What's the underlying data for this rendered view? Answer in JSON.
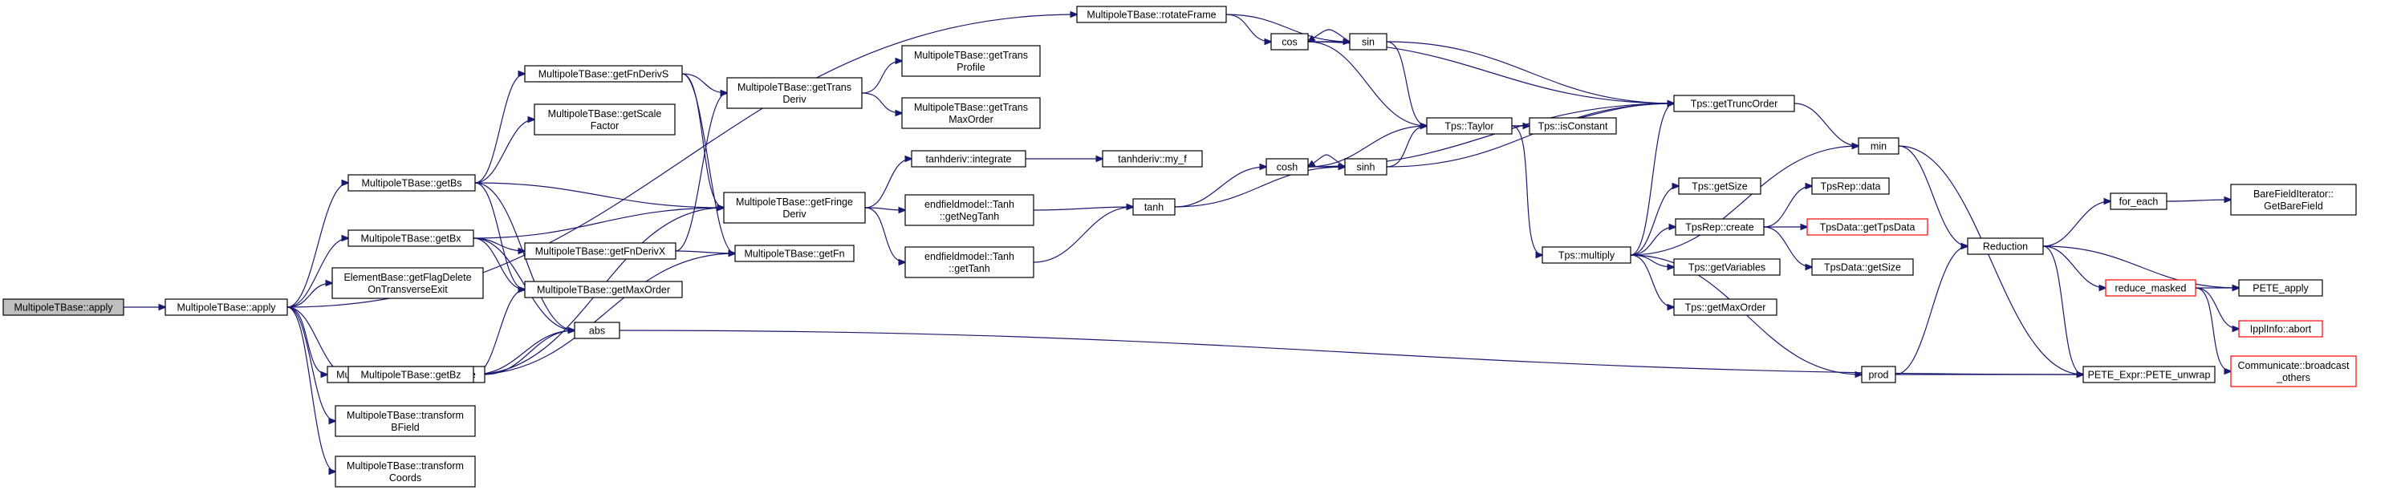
{
  "colors": {
    "edge": "#191970",
    "node_border": "#000000",
    "truncated_border": "#ff0000",
    "root_fill": "#bfbfbf",
    "background": "#ffffff"
  },
  "nodes": [
    {
      "id": "root",
      "lines": [
        "MultipoleTBase::apply"
      ],
      "style": "root"
    },
    {
      "id": "apply2",
      "lines": [
        "MultipoleTBase::apply"
      ]
    },
    {
      "id": "getFnDerivS",
      "lines": [
        "MultipoleTBase::getFnDerivS"
      ]
    },
    {
      "id": "getScaleFactor",
      "lines": [
        "MultipoleTBase::getScale",
        "Factor"
      ]
    },
    {
      "id": "getBs",
      "lines": [
        "MultipoleTBase::getBs"
      ]
    },
    {
      "id": "getBx",
      "lines": [
        "MultipoleTBase::getBx"
      ]
    },
    {
      "id": "getFlagDelete",
      "lines": [
        "ElementBase::getFlagDelete",
        "OnTransverseExit"
      ]
    },
    {
      "id": "insideAperture",
      "lines": [
        "MultipoleTBase::insideAperture"
      ]
    },
    {
      "id": "getBz",
      "lines": [
        "MultipoleTBase::getBz"
      ]
    },
    {
      "id": "transformBField",
      "lines": [
        "MultipoleTBase::transform",
        "BField"
      ]
    },
    {
      "id": "transformCoords",
      "lines": [
        "MultipoleTBase::transform",
        "Coords"
      ]
    },
    {
      "id": "getFnDerivX",
      "lines": [
        "MultipoleTBase::getFnDerivX"
      ]
    },
    {
      "id": "getMaxOrder",
      "lines": [
        "MultipoleTBase::getMaxOrder"
      ]
    },
    {
      "id": "abs",
      "lines": [
        "abs"
      ]
    },
    {
      "id": "getTransDeriv",
      "lines": [
        "MultipoleTBase::getTrans",
        "Deriv"
      ]
    },
    {
      "id": "getFringeDeriv",
      "lines": [
        "MultipoleTBase::getFringe",
        "Deriv"
      ]
    },
    {
      "id": "getFn",
      "lines": [
        "MultipoleTBase::getFn"
      ]
    },
    {
      "id": "rotateFrame",
      "lines": [
        "MultipoleTBase::rotateFrame"
      ]
    },
    {
      "id": "getTransProfile",
      "lines": [
        "MultipoleTBase::getTrans",
        "Profile"
      ]
    },
    {
      "id": "getTransMaxOrder",
      "lines": [
        "MultipoleTBase::getTrans",
        "MaxOrder"
      ]
    },
    {
      "id": "integrate",
      "lines": [
        "tanhderiv::integrate"
      ]
    },
    {
      "id": "getNegTanh",
      "lines": [
        "endfieldmodel::Tanh",
        "::getNegTanh"
      ]
    },
    {
      "id": "getTanh",
      "lines": [
        "endfieldmodel::Tanh",
        "::getTanh"
      ]
    },
    {
      "id": "my_f",
      "lines": [
        "tanhderiv::my_f"
      ]
    },
    {
      "id": "tanh",
      "lines": [
        "tanh"
      ]
    },
    {
      "id": "cos",
      "lines": [
        "cos"
      ]
    },
    {
      "id": "sin",
      "lines": [
        "sin"
      ]
    },
    {
      "id": "cosh",
      "lines": [
        "cosh"
      ]
    },
    {
      "id": "sinh",
      "lines": [
        "sinh"
      ]
    },
    {
      "id": "taylor",
      "lines": [
        "Tps::Taylor"
      ]
    },
    {
      "id": "isConstant",
      "lines": [
        "Tps::isConstant"
      ]
    },
    {
      "id": "getTruncOrder",
      "lines": [
        "Tps::getTruncOrder"
      ]
    },
    {
      "id": "min",
      "lines": [
        "min"
      ]
    },
    {
      "id": "multiply",
      "lines": [
        "Tps::multiply"
      ]
    },
    {
      "id": "getSize",
      "lines": [
        "Tps::getSize"
      ]
    },
    {
      "id": "create",
      "lines": [
        "TpsRep::create"
      ]
    },
    {
      "id": "getVariables",
      "lines": [
        "Tps::getVariables"
      ]
    },
    {
      "id": "tpsGetMaxOrder",
      "lines": [
        "Tps::getMaxOrder"
      ]
    },
    {
      "id": "repData",
      "lines": [
        "TpsRep::data"
      ]
    },
    {
      "id": "getTpsData",
      "lines": [
        "TpsData::getTpsData"
      ],
      "style": "trunc"
    },
    {
      "id": "dataGetSize",
      "lines": [
        "TpsData::getSize"
      ]
    },
    {
      "id": "prod",
      "lines": [
        "prod"
      ]
    },
    {
      "id": "reduction",
      "lines": [
        "Reduction"
      ]
    },
    {
      "id": "forEach",
      "lines": [
        "for_each"
      ]
    },
    {
      "id": "getBareField",
      "lines": [
        "BareFieldIterator::",
        "GetBareField"
      ]
    },
    {
      "id": "peteApply",
      "lines": [
        "PETE_apply"
      ]
    },
    {
      "id": "reduceMasked",
      "lines": [
        "reduce_masked"
      ],
      "style": "trunc"
    },
    {
      "id": "ipplAbort",
      "lines": [
        "IpplInfo::abort"
      ],
      "style": "trunc"
    },
    {
      "id": "broadcast",
      "lines": [
        "Communicate::broadcast",
        "_others"
      ],
      "style": "trunc"
    },
    {
      "id": "unwrap",
      "lines": [
        "PETE_Expr::PETE_unwrap"
      ]
    }
  ],
  "edges": [
    [
      "root",
      "apply2"
    ],
    [
      "apply2",
      "rotateFrame"
    ],
    [
      "apply2",
      "getBs"
    ],
    [
      "apply2",
      "getBx"
    ],
    [
      "apply2",
      "getFlagDelete"
    ],
    [
      "apply2",
      "insideAperture"
    ],
    [
      "apply2",
      "getBz"
    ],
    [
      "apply2",
      "transformBField"
    ],
    [
      "apply2",
      "transformCoords"
    ],
    [
      "getBs",
      "getFnDerivS"
    ],
    [
      "getBs",
      "getScaleFactor"
    ],
    [
      "getBs",
      "getFringeDeriv"
    ],
    [
      "getBs",
      "getMaxOrder"
    ],
    [
      "getBs",
      "abs"
    ],
    [
      "getBx",
      "getFnDerivX"
    ],
    [
      "getBx",
      "getFringeDeriv"
    ],
    [
      "getBx",
      "getMaxOrder"
    ],
    [
      "getBx",
      "abs"
    ],
    [
      "insideAperture",
      "abs"
    ],
    [
      "getBz",
      "getFringeDeriv"
    ],
    [
      "getBz",
      "getFn"
    ],
    [
      "getBz",
      "getMaxOrder"
    ],
    [
      "getBz",
      "abs"
    ],
    [
      "getFnDerivS",
      "getTransDeriv"
    ],
    [
      "getFnDerivS",
      "getFringeDeriv"
    ],
    [
      "getFnDerivS",
      "getFn"
    ],
    [
      "getFnDerivX",
      "getTransDeriv"
    ],
    [
      "getFnDerivX",
      "getFn"
    ],
    [
      "getTransDeriv",
      "getTransProfile"
    ],
    [
      "getTransDeriv",
      "getTransMaxOrder"
    ],
    [
      "getFringeDeriv",
      "integrate"
    ],
    [
      "getFringeDeriv",
      "getNegTanh"
    ],
    [
      "getFringeDeriv",
      "getTanh"
    ],
    [
      "integrate",
      "my_f"
    ],
    [
      "getNegTanh",
      "tanh"
    ],
    [
      "getTanh",
      "tanh"
    ],
    [
      "tanh",
      "cosh"
    ],
    [
      "tanh",
      "sinh"
    ],
    [
      "rotateFrame",
      "cos"
    ],
    [
      "rotateFrame",
      "sin"
    ],
    [
      "cos",
      "sin"
    ],
    [
      "cos",
      "taylor"
    ],
    [
      "cos",
      "getTruncOrder"
    ],
    [
      "sin",
      "cos"
    ],
    [
      "sin",
      "taylor"
    ],
    [
      "sin",
      "getTruncOrder"
    ],
    [
      "cosh",
      "sinh"
    ],
    [
      "cosh",
      "taylor"
    ],
    [
      "cosh",
      "getTruncOrder"
    ],
    [
      "sinh",
      "cosh"
    ],
    [
      "sinh",
      "taylor"
    ],
    [
      "sinh",
      "getTruncOrder"
    ],
    [
      "taylor",
      "isConstant"
    ],
    [
      "taylor",
      "getTruncOrder"
    ],
    [
      "taylor",
      "multiply"
    ],
    [
      "getTruncOrder",
      "min"
    ],
    [
      "multiply",
      "getTruncOrder"
    ],
    [
      "multiply",
      "min"
    ],
    [
      "multiply",
      "getSize"
    ],
    [
      "multiply",
      "create"
    ],
    [
      "multiply",
      "getVariables"
    ],
    [
      "multiply",
      "tpsGetMaxOrder"
    ],
    [
      "multiply",
      "prod"
    ],
    [
      "create",
      "repData"
    ],
    [
      "create",
      "getTpsData"
    ],
    [
      "create",
      "dataGetSize"
    ],
    [
      "min",
      "reduction"
    ],
    [
      "min",
      "unwrap"
    ],
    [
      "prod",
      "reduction"
    ],
    [
      "prod",
      "unwrap"
    ],
    [
      "reduction",
      "forEach"
    ],
    [
      "reduction",
      "peteApply"
    ],
    [
      "reduction",
      "reduceMasked"
    ],
    [
      "reduction",
      "unwrap"
    ],
    [
      "forEach",
      "getBareField"
    ],
    [
      "reduceMasked",
      "peteApply"
    ],
    [
      "reduceMasked",
      "ipplAbort"
    ],
    [
      "reduceMasked",
      "broadcast"
    ],
    [
      "abs",
      "unwrap"
    ]
  ]
}
